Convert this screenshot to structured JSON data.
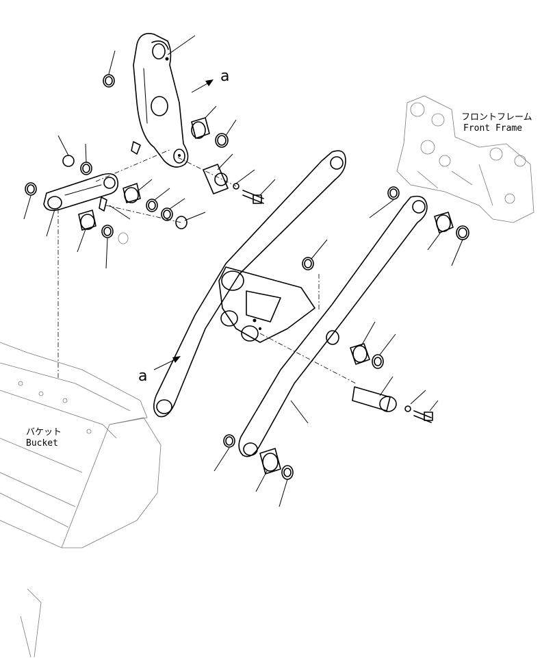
{
  "labels": {
    "front_frame_jp": "フロントフレーム",
    "front_frame_en": "Front Frame",
    "bucket_jp": "バケット",
    "bucket_en": "Bucket",
    "ref_a_top": "a",
    "ref_a_left": "a"
  }
}
